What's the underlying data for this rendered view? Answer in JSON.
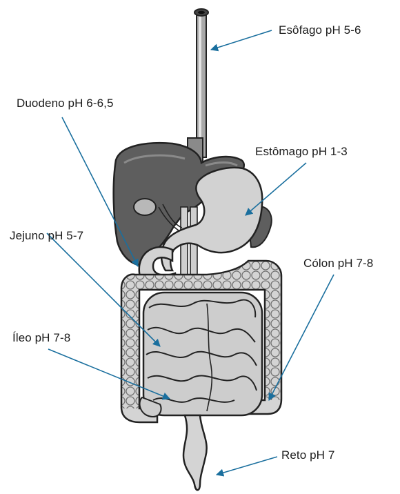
{
  "labels": {
    "esofago": "Esôfago pH 5-6",
    "duodeno": "Duodeno pH 6-6,5",
    "estomago": "Estômago pH 1-3",
    "jejuno": "Jejuno pH 5-7",
    "colon": "Cólon pH 7-8",
    "ileo": "Íleo pH 7-8",
    "reto": "Reto pH 7"
  },
  "colors": {
    "leader_line": "#1a6f9e",
    "organ_light": "#cfcfcf",
    "organ_dark": "#5e5e5e",
    "outline": "#222222"
  }
}
